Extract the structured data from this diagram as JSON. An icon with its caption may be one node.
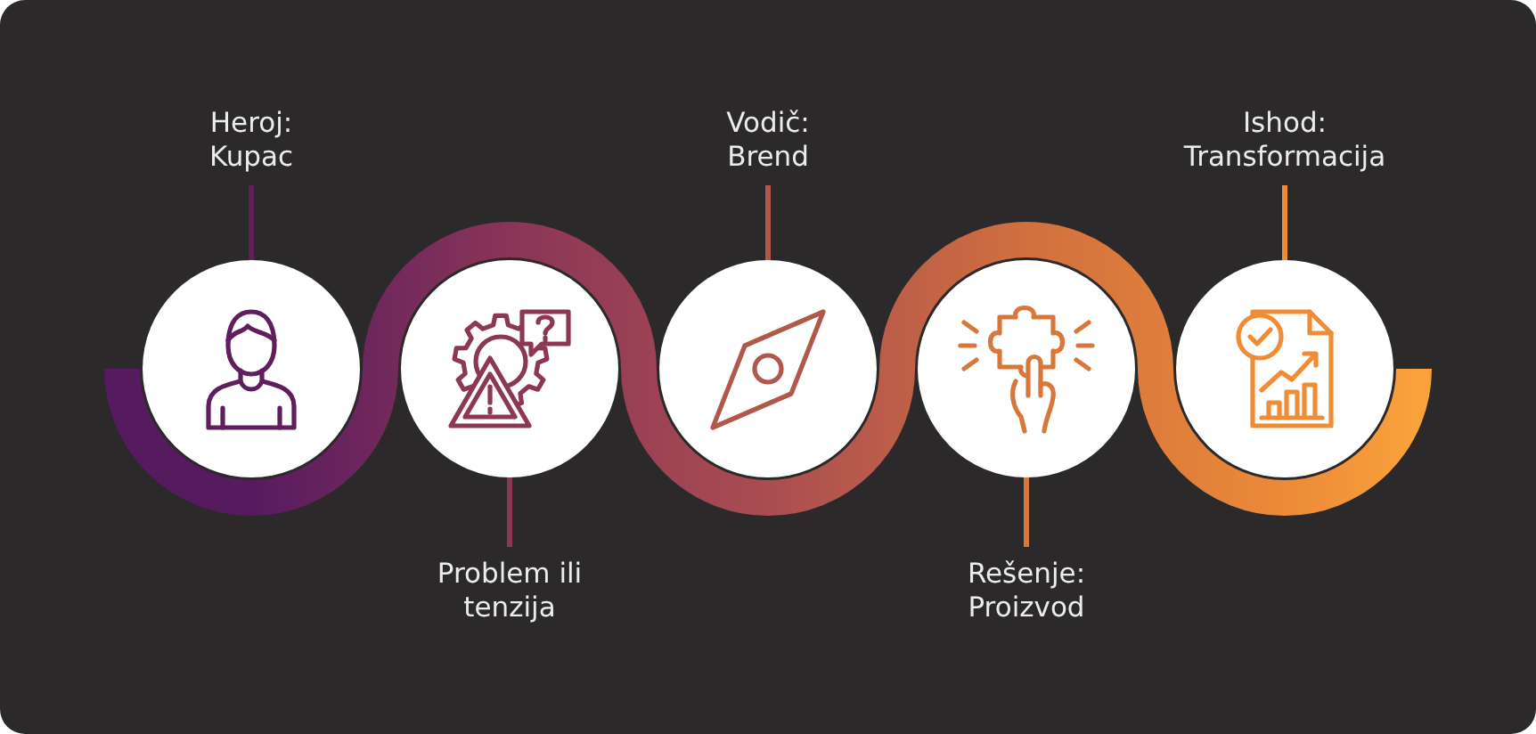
{
  "diagram": {
    "nodes": [
      {
        "text": [
          "Heroj: Kupac"
        ]
      },
      {
        "text": [],
        "shape": "circle"
      },
      {
        "text": [
          "Problem ili tenzija"
        ]
      },
      {
        "text": [],
        "shape": "circle"
      },
      {
        "text": [
          "Vodič: Brend"
        ]
      },
      {
        "text": [],
        "shape": "circle"
      },
      {
        "text": [
          "Rešenje: Proizvod"
        ]
      },
      {
        "text": [],
        "shape": "circle"
      },
      {
        "text": [
          "Ishod: Transformacija"
        ]
      },
      {
        "text": [],
        "shape": "circle"
      }
    ],
    "edges": [
      {
        "from": 0,
        "to": 1,
        "arrow": "none",
        "color": "#5f1f5c"
      },
      {
        "from": 1,
        "to": 3,
        "arrow": "none",
        "style": "thick",
        "color": "#8a3558"
      },
      {
        "from": 2,
        "to": 3,
        "arrow": "none",
        "color": "#8c3853"
      },
      {
        "from": 3,
        "to": 5,
        "arrow": "none",
        "style": "thick",
        "color": "#aa4d51"
      },
      {
        "from": 4,
        "to": 5,
        "arrow": "none",
        "color": "#b0584a"
      },
      {
        "from": 5,
        "to": 7,
        "arrow": "none",
        "style": "thick",
        "color": "#d0703f"
      },
      {
        "from": 6,
        "to": 7,
        "arrow": "none",
        "color": "#d8773b"
      },
      {
        "from": 7,
        "to": 9,
        "arrow": "none",
        "style": "thick",
        "color": "#ec8a38"
      },
      {
        "from": 8,
        "to": 9,
        "arrow": "none",
        "color": "#ef8d36"
      }
    ]
  }
}
